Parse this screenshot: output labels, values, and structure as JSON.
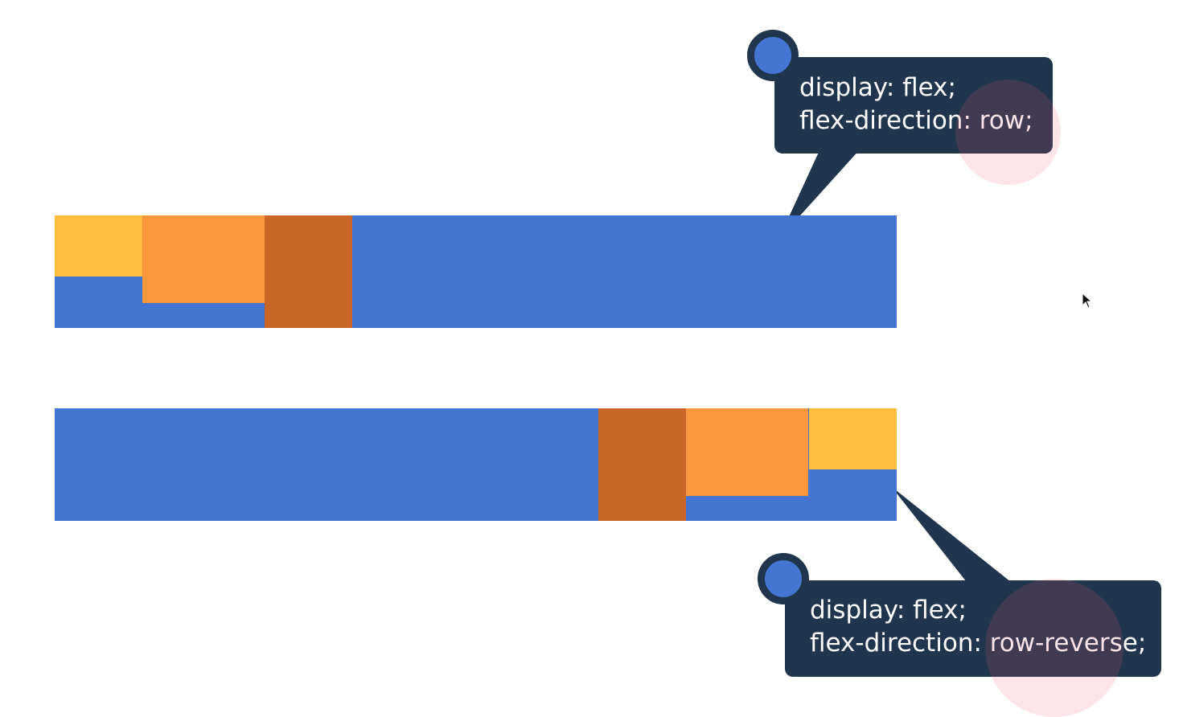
{
  "callouts": {
    "row": {
      "line1": "display: flex;",
      "line2": "flex-direction: row;"
    },
    "reverse": {
      "line1": "display: flex;",
      "line2": "flex-direction: row-reverse;"
    }
  },
  "colors": {
    "container": "#4575d3",
    "item_1": "#ffbc3d",
    "item_2": "#fd963d",
    "item_3": "#c96526",
    "callout_bg": "#20354e",
    "callout_text": "#ffffff",
    "highlight": "#eb5a6e"
  },
  "icons": {
    "callout_marker": "circle-dot-icon",
    "pointer": "mouse-pointer-icon"
  }
}
